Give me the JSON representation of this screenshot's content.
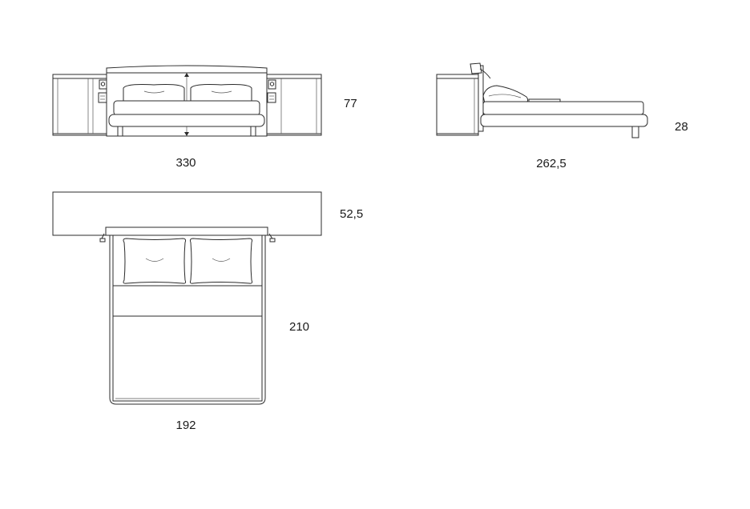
{
  "dimensions": {
    "front_width": "330",
    "front_height": "77",
    "side_length": "262,5",
    "side_height": "28",
    "top_depth": "52,5",
    "top_length": "210",
    "top_width": "192"
  }
}
